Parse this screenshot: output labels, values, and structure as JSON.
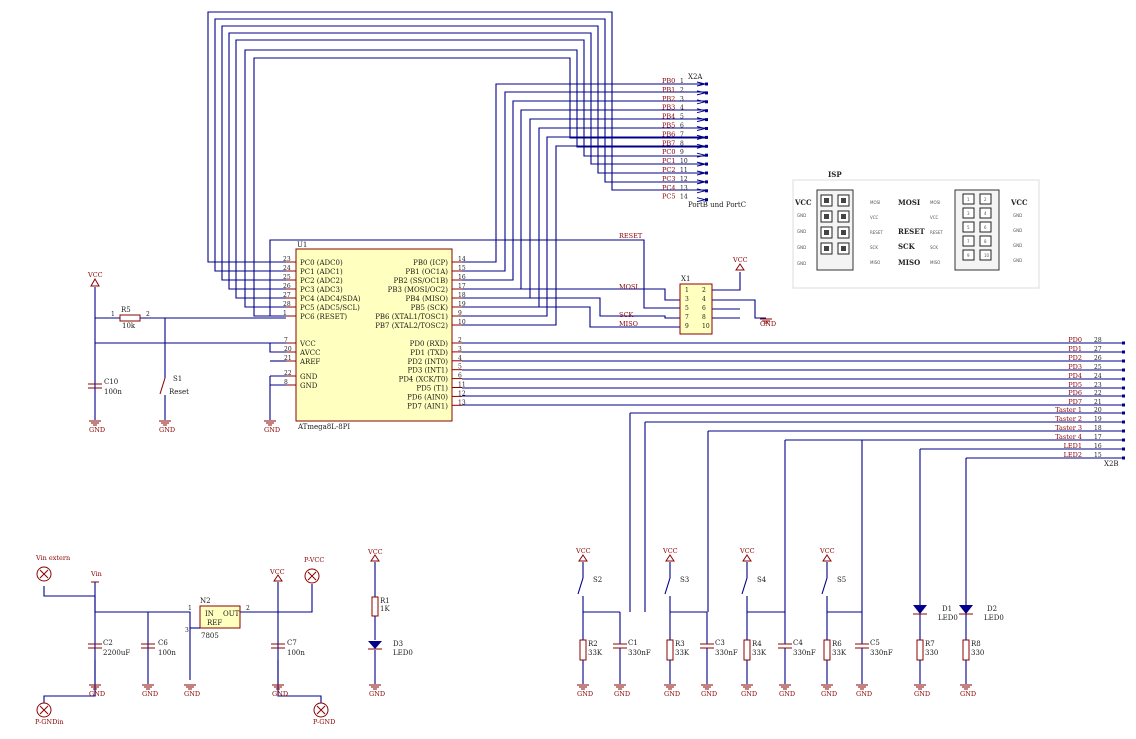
{
  "u1": {
    "ref": "U1",
    "name": "ATmega8L-8PI",
    "left_pins": [
      {
        "num": "23",
        "name": "PC0 (ADC0)"
      },
      {
        "num": "24",
        "name": "PC1 (ADC1)"
      },
      {
        "num": "25",
        "name": "PC2 (ADC2)"
      },
      {
        "num": "26",
        "name": "PC3 (ADC3)"
      },
      {
        "num": "27",
        "name": "PC4 (ADC4/SDA)"
      },
      {
        "num": "28",
        "name": "PC5 (ADC5/SCL)"
      },
      {
        "num": "1",
        "name": "PC6 (RESET)"
      }
    ],
    "power_pins": [
      {
        "num": "7",
        "name": "VCC"
      },
      {
        "num": "20",
        "name": "AVCC"
      },
      {
        "num": "21",
        "name": "AREF"
      },
      {
        "num": "22",
        "name": "GND"
      },
      {
        "num": "8",
        "name": "GND"
      }
    ],
    "right_pins_b": [
      {
        "num": "14",
        "name": "PB0 (ICP)"
      },
      {
        "num": "15",
        "name": "PB1 (OC1A)"
      },
      {
        "num": "16",
        "name": "PB2 (SS/OC1B)"
      },
      {
        "num": "17",
        "name": "PB3 (MOSI/OC2)"
      },
      {
        "num": "18",
        "name": "PB4 (MISO)"
      },
      {
        "num": "19",
        "name": "PB5 (SCK)"
      },
      {
        "num": "9",
        "name": "PB6 (XTAL1/TOSC1)"
      },
      {
        "num": "10",
        "name": "PB7 (XTAL2/TOSC2)"
      }
    ],
    "right_pins_d": [
      {
        "num": "2",
        "name": "PD0 (RXD)"
      },
      {
        "num": "3",
        "name": "PD1 (TXD)"
      },
      {
        "num": "4",
        "name": "PD2 (INT0)"
      },
      {
        "num": "5",
        "name": "PD3 (INT1)"
      },
      {
        "num": "6",
        "name": "PD4 (XCK/T0)"
      },
      {
        "num": "11",
        "name": "PD5 (T1)"
      },
      {
        "num": "12",
        "name": "PD6 (AIN0)"
      },
      {
        "num": "13",
        "name": "PD7 (AIN1)"
      }
    ]
  },
  "x2a": {
    "ref": "X2A",
    "caption": "PortB und PortC",
    "pins": [
      {
        "label": "PB0",
        "num": "1"
      },
      {
        "label": "PB1",
        "num": "2"
      },
      {
        "label": "PB2",
        "num": "3"
      },
      {
        "label": "PB3",
        "num": "4"
      },
      {
        "label": "PB4",
        "num": "5"
      },
      {
        "label": "PB5",
        "num": "6"
      },
      {
        "label": "PB6",
        "num": "7"
      },
      {
        "label": "PB7",
        "num": "8"
      },
      {
        "label": "PC0",
        "num": "9"
      },
      {
        "label": "PC1",
        "num": "10"
      },
      {
        "label": "PC2",
        "num": "11"
      },
      {
        "label": "PC3",
        "num": "12"
      },
      {
        "label": "PC4",
        "num": "13"
      },
      {
        "label": "PC5",
        "num": "14"
      }
    ]
  },
  "x2b": {
    "ref": "X2B",
    "pins": [
      {
        "label": "PD0",
        "num": "28"
      },
      {
        "label": "PD1",
        "num": "27"
      },
      {
        "label": "PD2",
        "num": "26"
      },
      {
        "label": "PD3",
        "num": "25"
      },
      {
        "label": "PD4",
        "num": "24"
      },
      {
        "label": "PD5",
        "num": "23"
      },
      {
        "label": "PD6",
        "num": "22"
      },
      {
        "label": "PD7",
        "num": "21"
      },
      {
        "label": "Taster 1",
        "num": "20"
      },
      {
        "label": "Taster 2",
        "num": "19"
      },
      {
        "label": "Taster 3",
        "num": "18"
      },
      {
        "label": "Taster 4",
        "num": "17"
      },
      {
        "label": "LED1",
        "num": "16"
      },
      {
        "label": "LED2",
        "num": "15"
      }
    ]
  },
  "x1": {
    "ref": "X1",
    "pins_left": [
      "1",
      "3",
      "5",
      "7",
      "9"
    ],
    "pins_right": [
      "2",
      "4",
      "6",
      "8",
      "10"
    ],
    "nets": {
      "reset": "RESET",
      "mosi": "MOSI",
      "sck": "SCK",
      "miso": "MISO"
    }
  },
  "isp": {
    "title": "ISP",
    "left_vcc": "VCC",
    "right_vcc": "VCC",
    "center": [
      "MOSI",
      "RESET",
      "SCK",
      "MISO"
    ],
    "small_left": [
      "GND",
      "GND",
      "GND",
      "GND"
    ],
    "small_mid_left": [
      "MOSI",
      "VCC",
      "RESET",
      "SCK",
      "MISO"
    ],
    "small_mid_right": [
      "MOSI",
      "VCC",
      "RESET",
      "SCK",
      "MISO"
    ],
    "small_right": [
      "GND",
      "GND",
      "GND",
      "GND"
    ],
    "right_nums": [
      "1",
      "2",
      "3",
      "4",
      "5",
      "6",
      "7",
      "8",
      "9",
      "10"
    ]
  },
  "net": {
    "vcc": "VCC",
    "gnd": "GND",
    "vin": "Vin",
    "vin_extern": "Vin extern",
    "pvcc": "P-VCC",
    "pgnd": "P-GND",
    "pgndin": "P-GNDin"
  },
  "parts": {
    "r5": {
      "ref": "R5",
      "value": "10k",
      "pin1": "1",
      "pin2": "2"
    },
    "c10": {
      "ref": "C10",
      "value": "100n"
    },
    "s1": {
      "ref": "S1",
      "value": "Reset"
    },
    "c2": {
      "ref": "C2",
      "value": "2200uF"
    },
    "c6": {
      "ref": "C6",
      "value": "100n"
    },
    "n2": {
      "ref": "N2",
      "value": "7805",
      "in": "IN",
      "out": "OUT",
      "ref_pin": "REF",
      "pin1": "1",
      "pin2": "2",
      "pin3": "3"
    },
    "c7": {
      "ref": "C7",
      "value": "100n"
    },
    "r1": {
      "ref": "R1",
      "value": "1K"
    },
    "d3": {
      "ref": "D3",
      "value": "LED0"
    },
    "s2": {
      "ref": "S2"
    },
    "s3": {
      "ref": "S3"
    },
    "s4": {
      "ref": "S4"
    },
    "s5": {
      "ref": "S5"
    },
    "r2": {
      "ref": "R2",
      "value": "33K"
    },
    "c1": {
      "ref": "C1",
      "value": "330nF"
    },
    "r3": {
      "ref": "R3",
      "value": "33K"
    },
    "c3": {
      "ref": "C3",
      "value": "330nF"
    },
    "r4": {
      "ref": "R4",
      "value": "33K"
    },
    "c4": {
      "ref": "C4",
      "value": "330nF"
    },
    "r6": {
      "ref": "R6",
      "value": "33K"
    },
    "c5": {
      "ref": "C5",
      "value": "330nF"
    },
    "d1": {
      "ref": "D1",
      "value": "LED0"
    },
    "d2": {
      "ref": "D2",
      "value": "LED0"
    },
    "r7": {
      "ref": "R7",
      "value": "330"
    },
    "r8": {
      "ref": "R8",
      "value": "330"
    }
  },
  "colors": {
    "wire": "#00008b",
    "component": "#8b0000",
    "ic_fill": "#ffffc0"
  }
}
